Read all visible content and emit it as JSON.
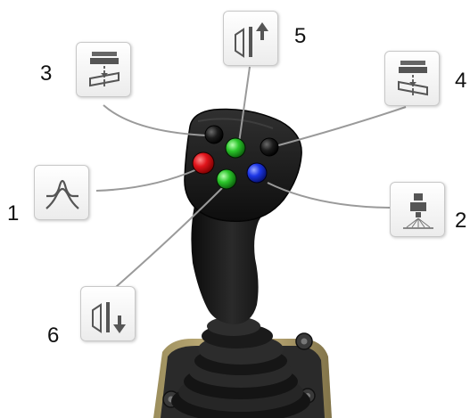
{
  "diagram": {
    "callouts": [
      {
        "number": "1",
        "icon": "waveform-icon",
        "target": "red-button"
      },
      {
        "number": "2",
        "icon": "welding-torch-icon",
        "target": "blue-button"
      },
      {
        "number": "3",
        "icon": "tilt-left-icon",
        "target": "black-button-left"
      },
      {
        "number": "4",
        "icon": "tilt-right-icon",
        "target": "black-button-right"
      },
      {
        "number": "5",
        "icon": "raise-up-icon",
        "target": "green-button-top"
      },
      {
        "number": "6",
        "icon": "lower-down-icon",
        "target": "green-button-bottom"
      }
    ],
    "colors": {
      "red_button": "#e0141b",
      "green_button": "#2bc62b",
      "blue_button": "#1c36e6",
      "black_button": "#1c1c1c",
      "handle": "#171717",
      "callout_line": "#9a9a9a",
      "icon": "#555555"
    }
  }
}
